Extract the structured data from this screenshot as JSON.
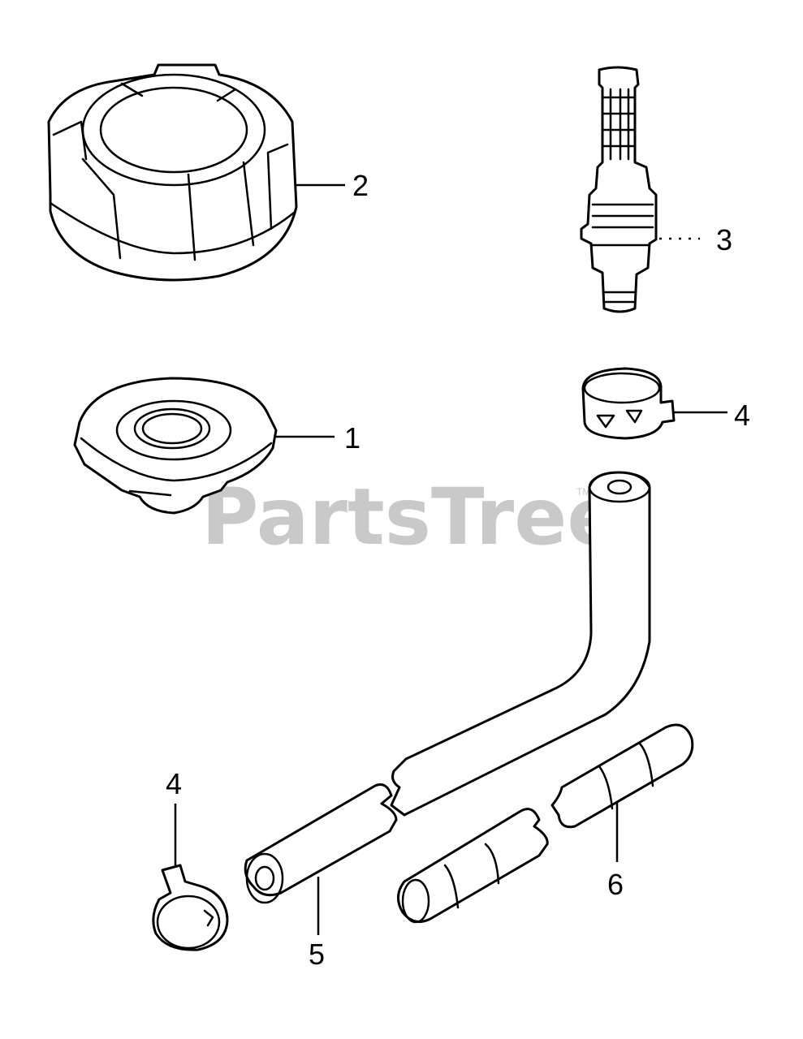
{
  "watermark": {
    "text": "PartsTree",
    "trademark": "TM",
    "color": "#c9c9c9"
  },
  "callouts": {
    "fuel_cap": "2",
    "fuel_strainer": "3",
    "tank_flange": "1",
    "clamp_upper": "4",
    "clamp_lower": "4",
    "hose": "5",
    "protector_tube": "6"
  },
  "colors": {
    "line": "#000000",
    "background": "#ffffff"
  }
}
